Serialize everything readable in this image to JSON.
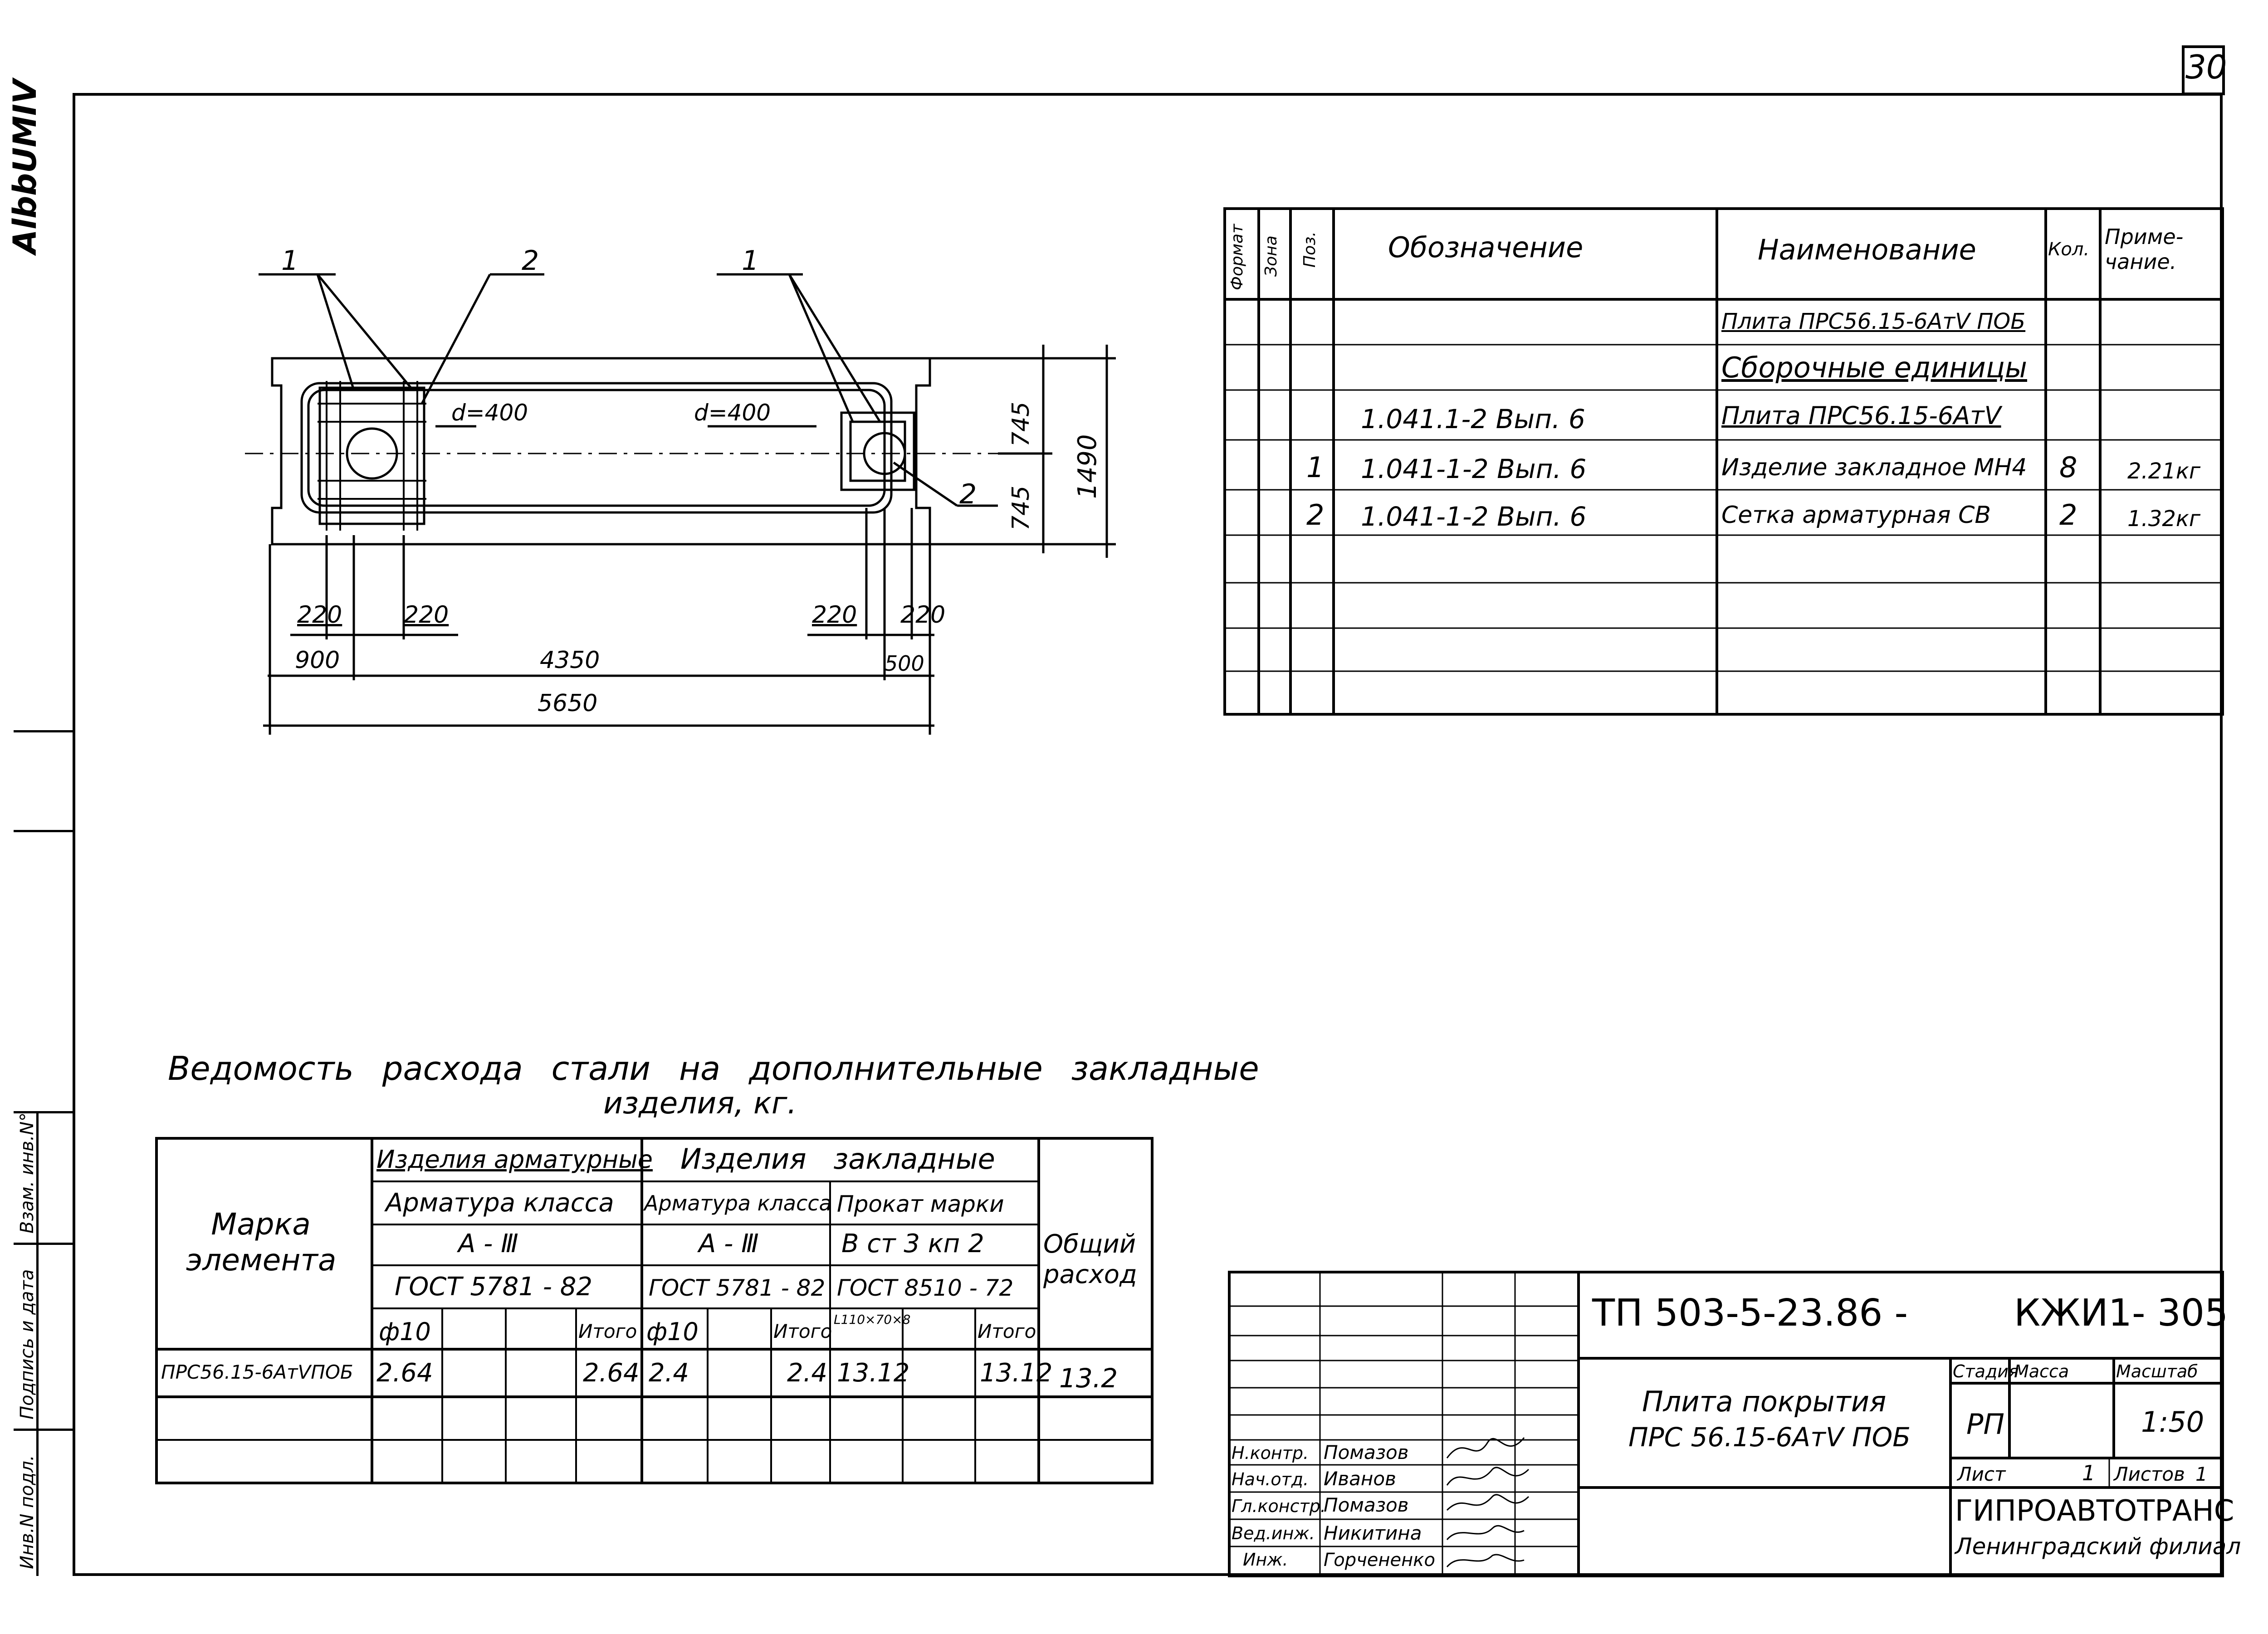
{
  "sheet": {
    "page_number": "30",
    "edge_code": "AlbbUMIV"
  },
  "left_strip": {
    "labels": [
      "Инв.N подл.",
      "Подпись и дата",
      "Взам. инв.N°"
    ]
  },
  "drawing": {
    "leaders": [
      "1",
      "2",
      "1",
      "2"
    ],
    "holes": [
      "d=400",
      "d=400"
    ],
    "dims": {
      "d1": "220",
      "d2": "220",
      "d3": "220",
      "d4": "220",
      "d5": "900",
      "d6": "4350",
      "d7": "500",
      "d8": "5650",
      "d9": "745",
      "d10": "745",
      "d11": "1490"
    }
  },
  "spec_table": {
    "headers": {
      "format": "Формат",
      "zone": "Зона",
      "pos": "Поз.",
      "designation": "Обозначение",
      "name": "Наименование",
      "qty": "Кол.",
      "note": "Приме-чание."
    },
    "rows": [
      {
        "pos": "",
        "designation": "",
        "name": "Плита ПРС56.15-6АтⅤ ПОБ",
        "qty": "",
        "note": ""
      },
      {
        "pos": "",
        "designation": "",
        "name": "Сборочные единицы",
        "qty": "",
        "note": ""
      },
      {
        "pos": "",
        "designation": "1.041.1-2 Вып. 6",
        "name": "Плита ПРС56.15-6АтⅤ",
        "qty": "",
        "note": ""
      },
      {
        "pos": "1",
        "designation": "1.041-1-2 Вып. 6",
        "name": "Изделие закладное МН4",
        "qty": "8",
        "note": "2.21кг"
      },
      {
        "pos": "2",
        "designation": "1.041-1-2 Вып. 6",
        "name": "Сетка арматурная СВ",
        "qty": "2",
        "note": "1.32кг"
      }
    ]
  },
  "steel_table": {
    "title_line1": "Ведомость расхода стали на дополнительные закладные",
    "title_line2": "изделия, кг.",
    "mark_header": "Марка элемента",
    "group1": "Изделия арматурные",
    "group2": "Изделия закладные",
    "sub1": "Арматура класса",
    "sub2": "Арматура класса",
    "sub3": "Прокат марки",
    "cls1": "А - Ⅲ",
    "cls2": "А - Ⅲ",
    "cls3": "В ст 3 кп 2",
    "gost1": "ГОСТ 5781 - 82",
    "gost2": "ГОСТ 5781 - 82",
    "gost3": "ГОСТ 8510 - 72",
    "total_header": "Общий расход",
    "col_a": "ф10",
    "col_a_total": "Итого",
    "col_b": "ф10",
    "col_b_total": "Итого",
    "col_c": "L110×70×8",
    "col_c_total": "Итого",
    "row": {
      "mark": "ПРС56.15-6АтⅤПОБ",
      "a": "2.64",
      "a_total": "2.64",
      "b": "2.4",
      "b_total": "2.4",
      "c": "13.12",
      "c_total": "13.12",
      "total": "13.2"
    }
  },
  "title_block": {
    "code": "ТП 503-5-23.86 -",
    "sheet_code": "КЖИ1- 305",
    "title_line1": "Плита покрытия",
    "title_line2": "ПРС 56.15-6АтⅤ ПОБ",
    "stage_label": "Стадия",
    "mass_label": "Масса",
    "scale_label": "Масштаб",
    "stage": "РП",
    "scale": "1:50",
    "sheet_label": "Лист",
    "sheet_no": "1",
    "sheets_label": "Листов",
    "sheets_count": "1",
    "org": "ГИПРОАВТОТРАНС",
    "branch": "Ленинградский филиал",
    "roles": [
      "Н.контр.",
      "Нач.отд.",
      "Гл.констр.",
      "Вед.инж.",
      "Инж."
    ],
    "names": [
      "Помазов",
      "Иванов",
      "Помазов",
      "Никитина",
      "Горчененко"
    ]
  }
}
